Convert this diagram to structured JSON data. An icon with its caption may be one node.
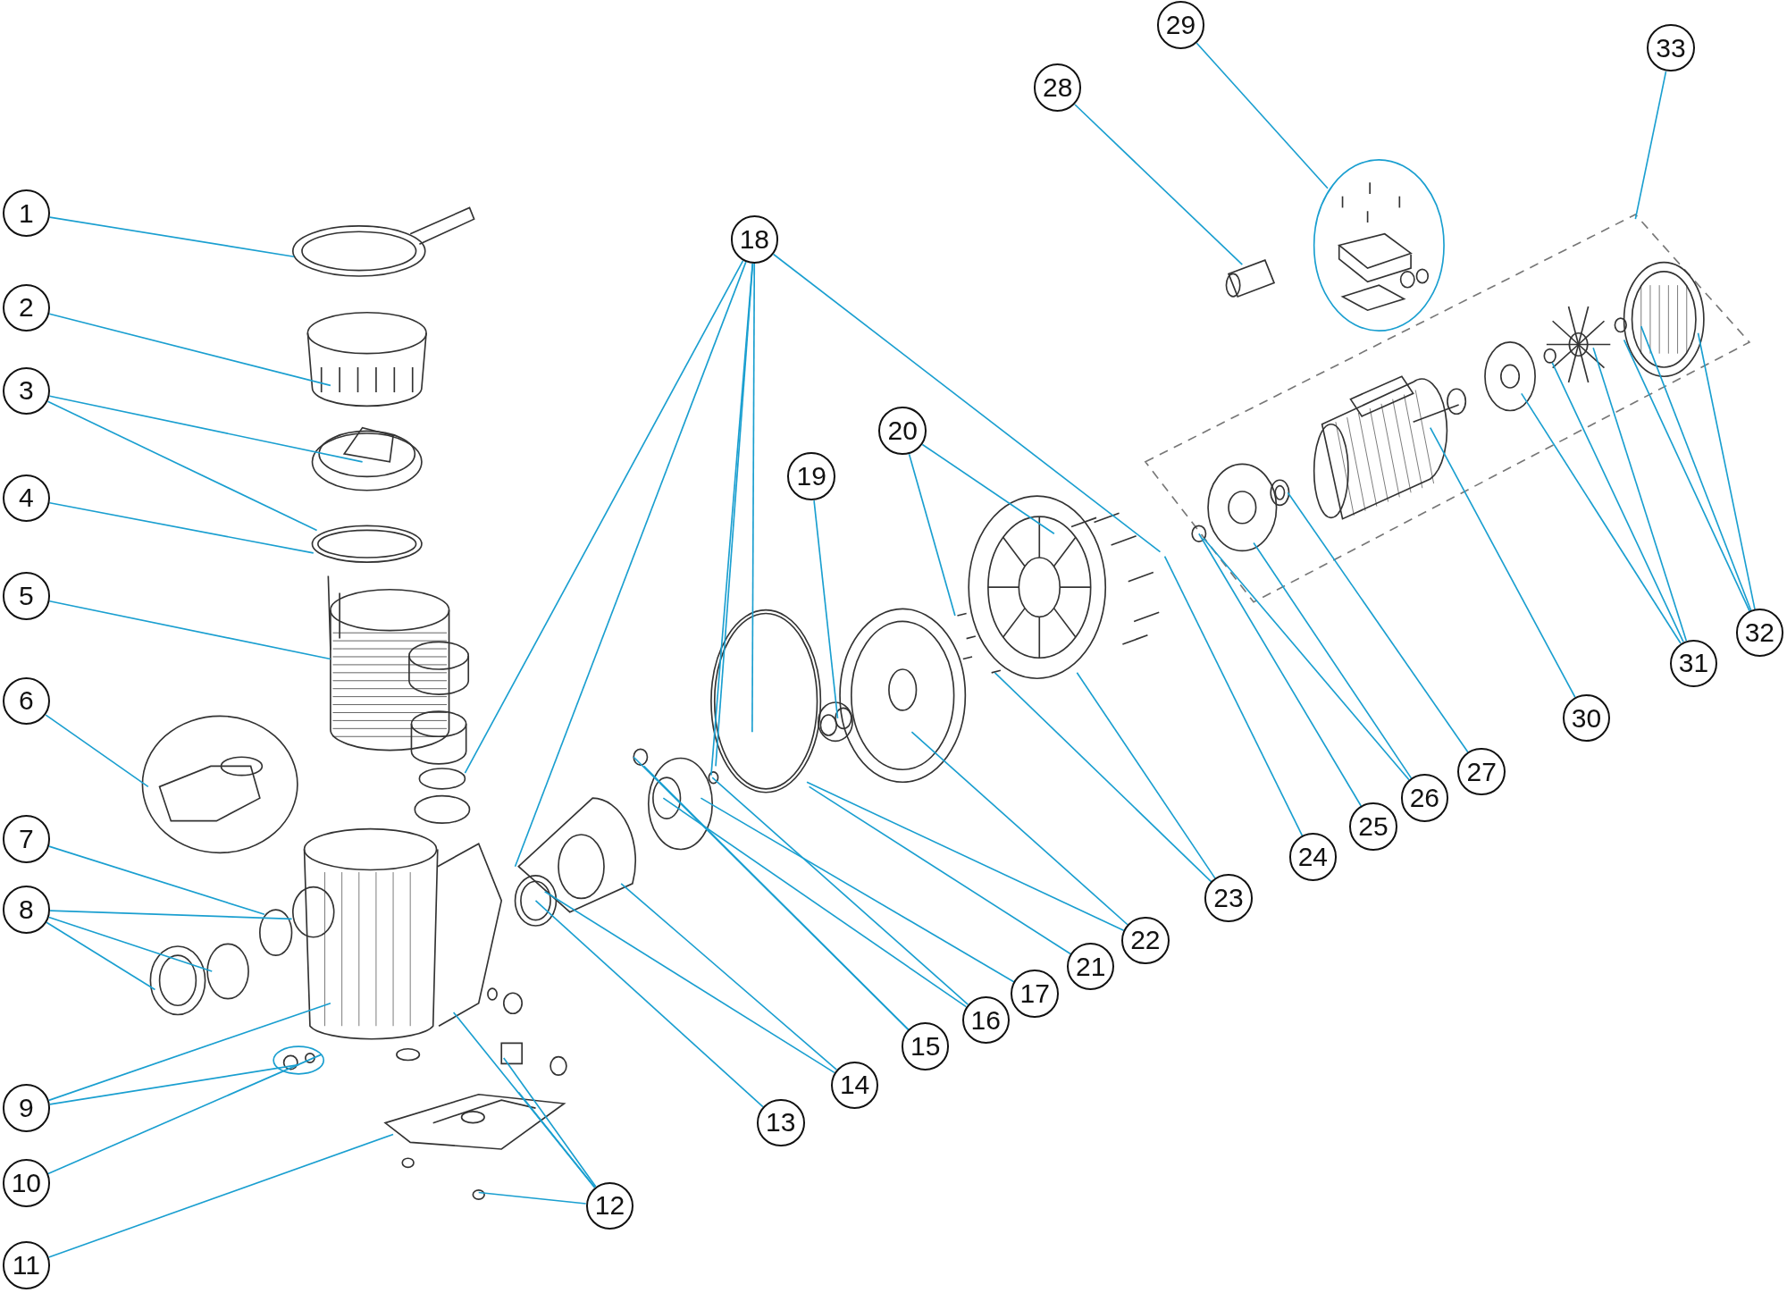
{
  "diagram": {
    "nodes": [
      {
        "text": [
          "1"
        ]
      },
      {
        "text": [
          "2"
        ]
      },
      {
        "text": [
          "3"
        ]
      },
      {
        "text": [
          "4"
        ]
      },
      {
        "text": [
          "5"
        ]
      },
      {
        "text": [
          "6"
        ]
      },
      {
        "text": [
          "7"
        ]
      },
      {
        "text": [
          "8"
        ]
      },
      {
        "text": [
          "9"
        ]
      },
      {
        "text": [
          "10"
        ]
      },
      {
        "text": [
          "11"
        ]
      },
      {
        "text": [
          "12"
        ]
      },
      {
        "text": [
          "13"
        ]
      },
      {
        "text": [
          "14"
        ]
      },
      {
        "text": [
          "15"
        ]
      },
      {
        "text": [
          "16"
        ]
      },
      {
        "text": [
          "17"
        ]
      },
      {
        "text": [
          "18"
        ]
      },
      {
        "text": [
          "19"
        ]
      },
      {
        "text": [
          "20"
        ]
      },
      {
        "text": [
          "21"
        ]
      },
      {
        "text": [
          "22"
        ]
      },
      {
        "text": [
          "23"
        ]
      },
      {
        "text": [
          "24"
        ]
      },
      {
        "text": [
          "25"
        ]
      },
      {
        "text": [
          "26"
        ]
      },
      {
        "text": [
          "27"
        ]
      },
      {
        "text": [
          "28"
        ]
      },
      {
        "text": [
          "29"
        ]
      },
      {
        "text": [
          "30"
        ]
      },
      {
        "text": [
          "31"
        ]
      },
      {
        "text": [
          "32"
        ]
      },
      {
        "text": [
          "33"
        ]
      }
    ],
    "edges": [
      {
        "from": 0,
        "to": null,
        "arrow": "none"
      },
      {
        "from": 1,
        "to": null,
        "arrow": "none"
      },
      {
        "from": 2,
        "to": null,
        "arrow": "none"
      },
      {
        "from": 2,
        "to": null,
        "arrow": "none"
      },
      {
        "from": 3,
        "to": null,
        "arrow": "none"
      },
      {
        "from": 4,
        "to": null,
        "arrow": "none"
      },
      {
        "from": 5,
        "to": null,
        "arrow": "none"
      },
      {
        "from": 6,
        "to": null,
        "arrow": "none"
      },
      {
        "from": 7,
        "to": null,
        "arrow": "none"
      },
      {
        "from": 7,
        "to": null,
        "arrow": "none"
      },
      {
        "from": 7,
        "to": null,
        "arrow": "none"
      },
      {
        "from": 8,
        "to": null,
        "arrow": "none"
      },
      {
        "from": 8,
        "to": null,
        "arrow": "none"
      },
      {
        "from": 9,
        "to": null,
        "arrow": "none"
      },
      {
        "from": 10,
        "to": null,
        "arrow": "none"
      },
      {
        "from": 11,
        "to": null,
        "arrow": "none"
      },
      {
        "from": 11,
        "to": null,
        "arrow": "none"
      },
      {
        "from": 11,
        "to": null,
        "arrow": "none"
      },
      {
        "from": 11,
        "to": null,
        "arrow": "none"
      },
      {
        "from": 12,
        "to": null,
        "arrow": "none"
      },
      {
        "from": 13,
        "to": null,
        "arrow": "none"
      },
      {
        "from": 13,
        "to": null,
        "arrow": "none"
      },
      {
        "from": 14,
        "to": null,
        "arrow": "none"
      },
      {
        "from": 14,
        "to": null,
        "arrow": "none"
      },
      {
        "from": 15,
        "to": null,
        "arrow": "none"
      },
      {
        "from": 15,
        "to": null,
        "arrow": "none"
      },
      {
        "from": 16,
        "to": null,
        "arrow": "none"
      },
      {
        "from": 17,
        "to": null,
        "arrow": "none"
      },
      {
        "from": 17,
        "to": null,
        "arrow": "none"
      },
      {
        "from": 17,
        "to": null,
        "arrow": "none"
      },
      {
        "from": 17,
        "to": null,
        "arrow": "none"
      },
      {
        "from": 17,
        "to": null,
        "arrow": "none"
      },
      {
        "from": 17,
        "to": null,
        "arrow": "none"
      },
      {
        "from": 18,
        "to": null,
        "arrow": "none"
      },
      {
        "from": 19,
        "to": null,
        "arrow": "none"
      },
      {
        "from": 19,
        "to": null,
        "arrow": "none"
      },
      {
        "from": 20,
        "to": null,
        "arrow": "none"
      },
      {
        "from": 21,
        "to": null,
        "arrow": "none"
      },
      {
        "from": 21,
        "to": null,
        "arrow": "none"
      },
      {
        "from": 22,
        "to": null,
        "arrow": "none"
      },
      {
        "from": 22,
        "to": null,
        "arrow": "none"
      },
      {
        "from": 23,
        "to": null,
        "arrow": "none"
      },
      {
        "from": 24,
        "to": null,
        "arrow": "none"
      },
      {
        "from": 25,
        "to": null,
        "arrow": "none"
      },
      {
        "from": 25,
        "to": null,
        "arrow": "none"
      },
      {
        "from": 26,
        "to": null,
        "arrow": "none"
      },
      {
        "from": 27,
        "to": null,
        "arrow": "none"
      },
      {
        "from": 28,
        "to": null,
        "arrow": "none"
      },
      {
        "from": 29,
        "to": null,
        "arrow": "none"
      },
      {
        "from": 30,
        "to": null,
        "arrow": "none"
      },
      {
        "from": 30,
        "to": null,
        "arrow": "none"
      },
      {
        "from": 30,
        "to": null,
        "arrow": "none"
      },
      {
        "from": 31,
        "to": null,
        "arrow": "none"
      },
      {
        "from": 31,
        "to": null,
        "arrow": "none"
      },
      {
        "from": 31,
        "to": null,
        "arrow": "none"
      },
      {
        "from": 32,
        "to": null,
        "arrow": "none"
      }
    ]
  }
}
